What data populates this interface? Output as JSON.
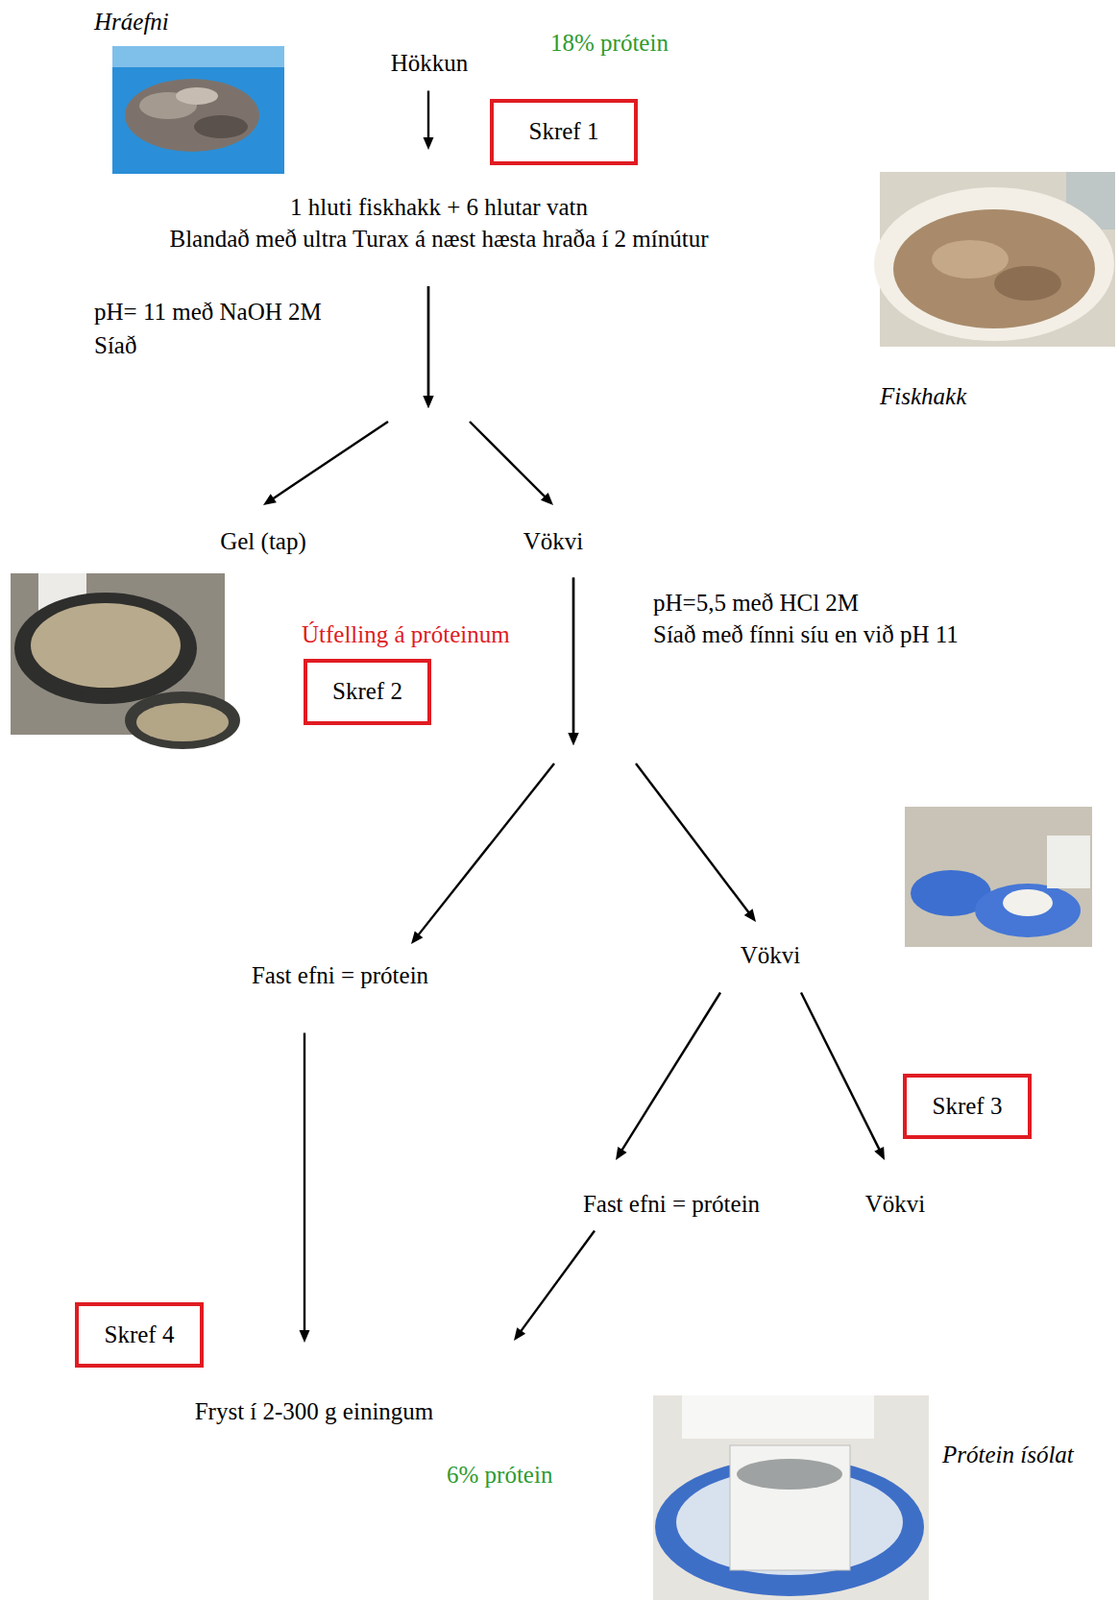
{
  "diagram": {
    "nodes": [
      {
        "text": [
          "Hökkun"
        ]
      },
      {
        "text": [
          "Skref 1"
        ]
      },
      {
        "text": [
          "1 hluti fiskhakk + 6 hlutar vatn",
          "Blandað með ultra Turax á næst hæsta hraða í 2 mínútur"
        ]
      },
      {
        "text": [
          "Gel (tap)"
        ]
      },
      {
        "text": [
          "Vökvi"
        ]
      },
      {
        "text": [
          "Skref 2"
        ]
      },
      {
        "text": [
          "Fast efni = prótein"
        ]
      },
      {
        "text": [
          "Vökvi"
        ]
      },
      {
        "text": [
          "Skref 3"
        ]
      },
      {
        "text": [
          "Fast efni = prótein"
        ]
      },
      {
        "text": [
          "Vökvi"
        ]
      },
      {
        "text": [
          "Skref 4"
        ]
      },
      {
        "text": [
          "Fryst í 2-300 g einingum"
        ]
      }
    ],
    "edges": [
      {
        "from": 0,
        "to": 2,
        "arrow": "to"
      },
      {
        "from": 2,
        "to": 3,
        "arrow": "to"
      },
      {
        "from": 2,
        "to": 4,
        "arrow": "to"
      },
      {
        "from": 4,
        "to": 6,
        "arrow": "to"
      },
      {
        "from": 4,
        "to": 7,
        "arrow": "to"
      },
      {
        "from": 7,
        "to": 9,
        "arrow": "to"
      },
      {
        "from": 7,
        "to": 10,
        "arrow": "to"
      },
      {
        "from": 6,
        "to": 12,
        "arrow": "to"
      },
      {
        "from": 9,
        "to": 12,
        "arrow": "to"
      }
    ],
    "labels": [
      "Hráefni",
      "18% prótein",
      "Fiskhakk",
      "pH= 11 með NaOH 2M",
      "Síað",
      "Útfelling á próteinum",
      "pH=5,5 með HCl 2M",
      "Síað með fínni síu en við pH 11",
      "6% prótein",
      "Prótein ísólat"
    ]
  }
}
